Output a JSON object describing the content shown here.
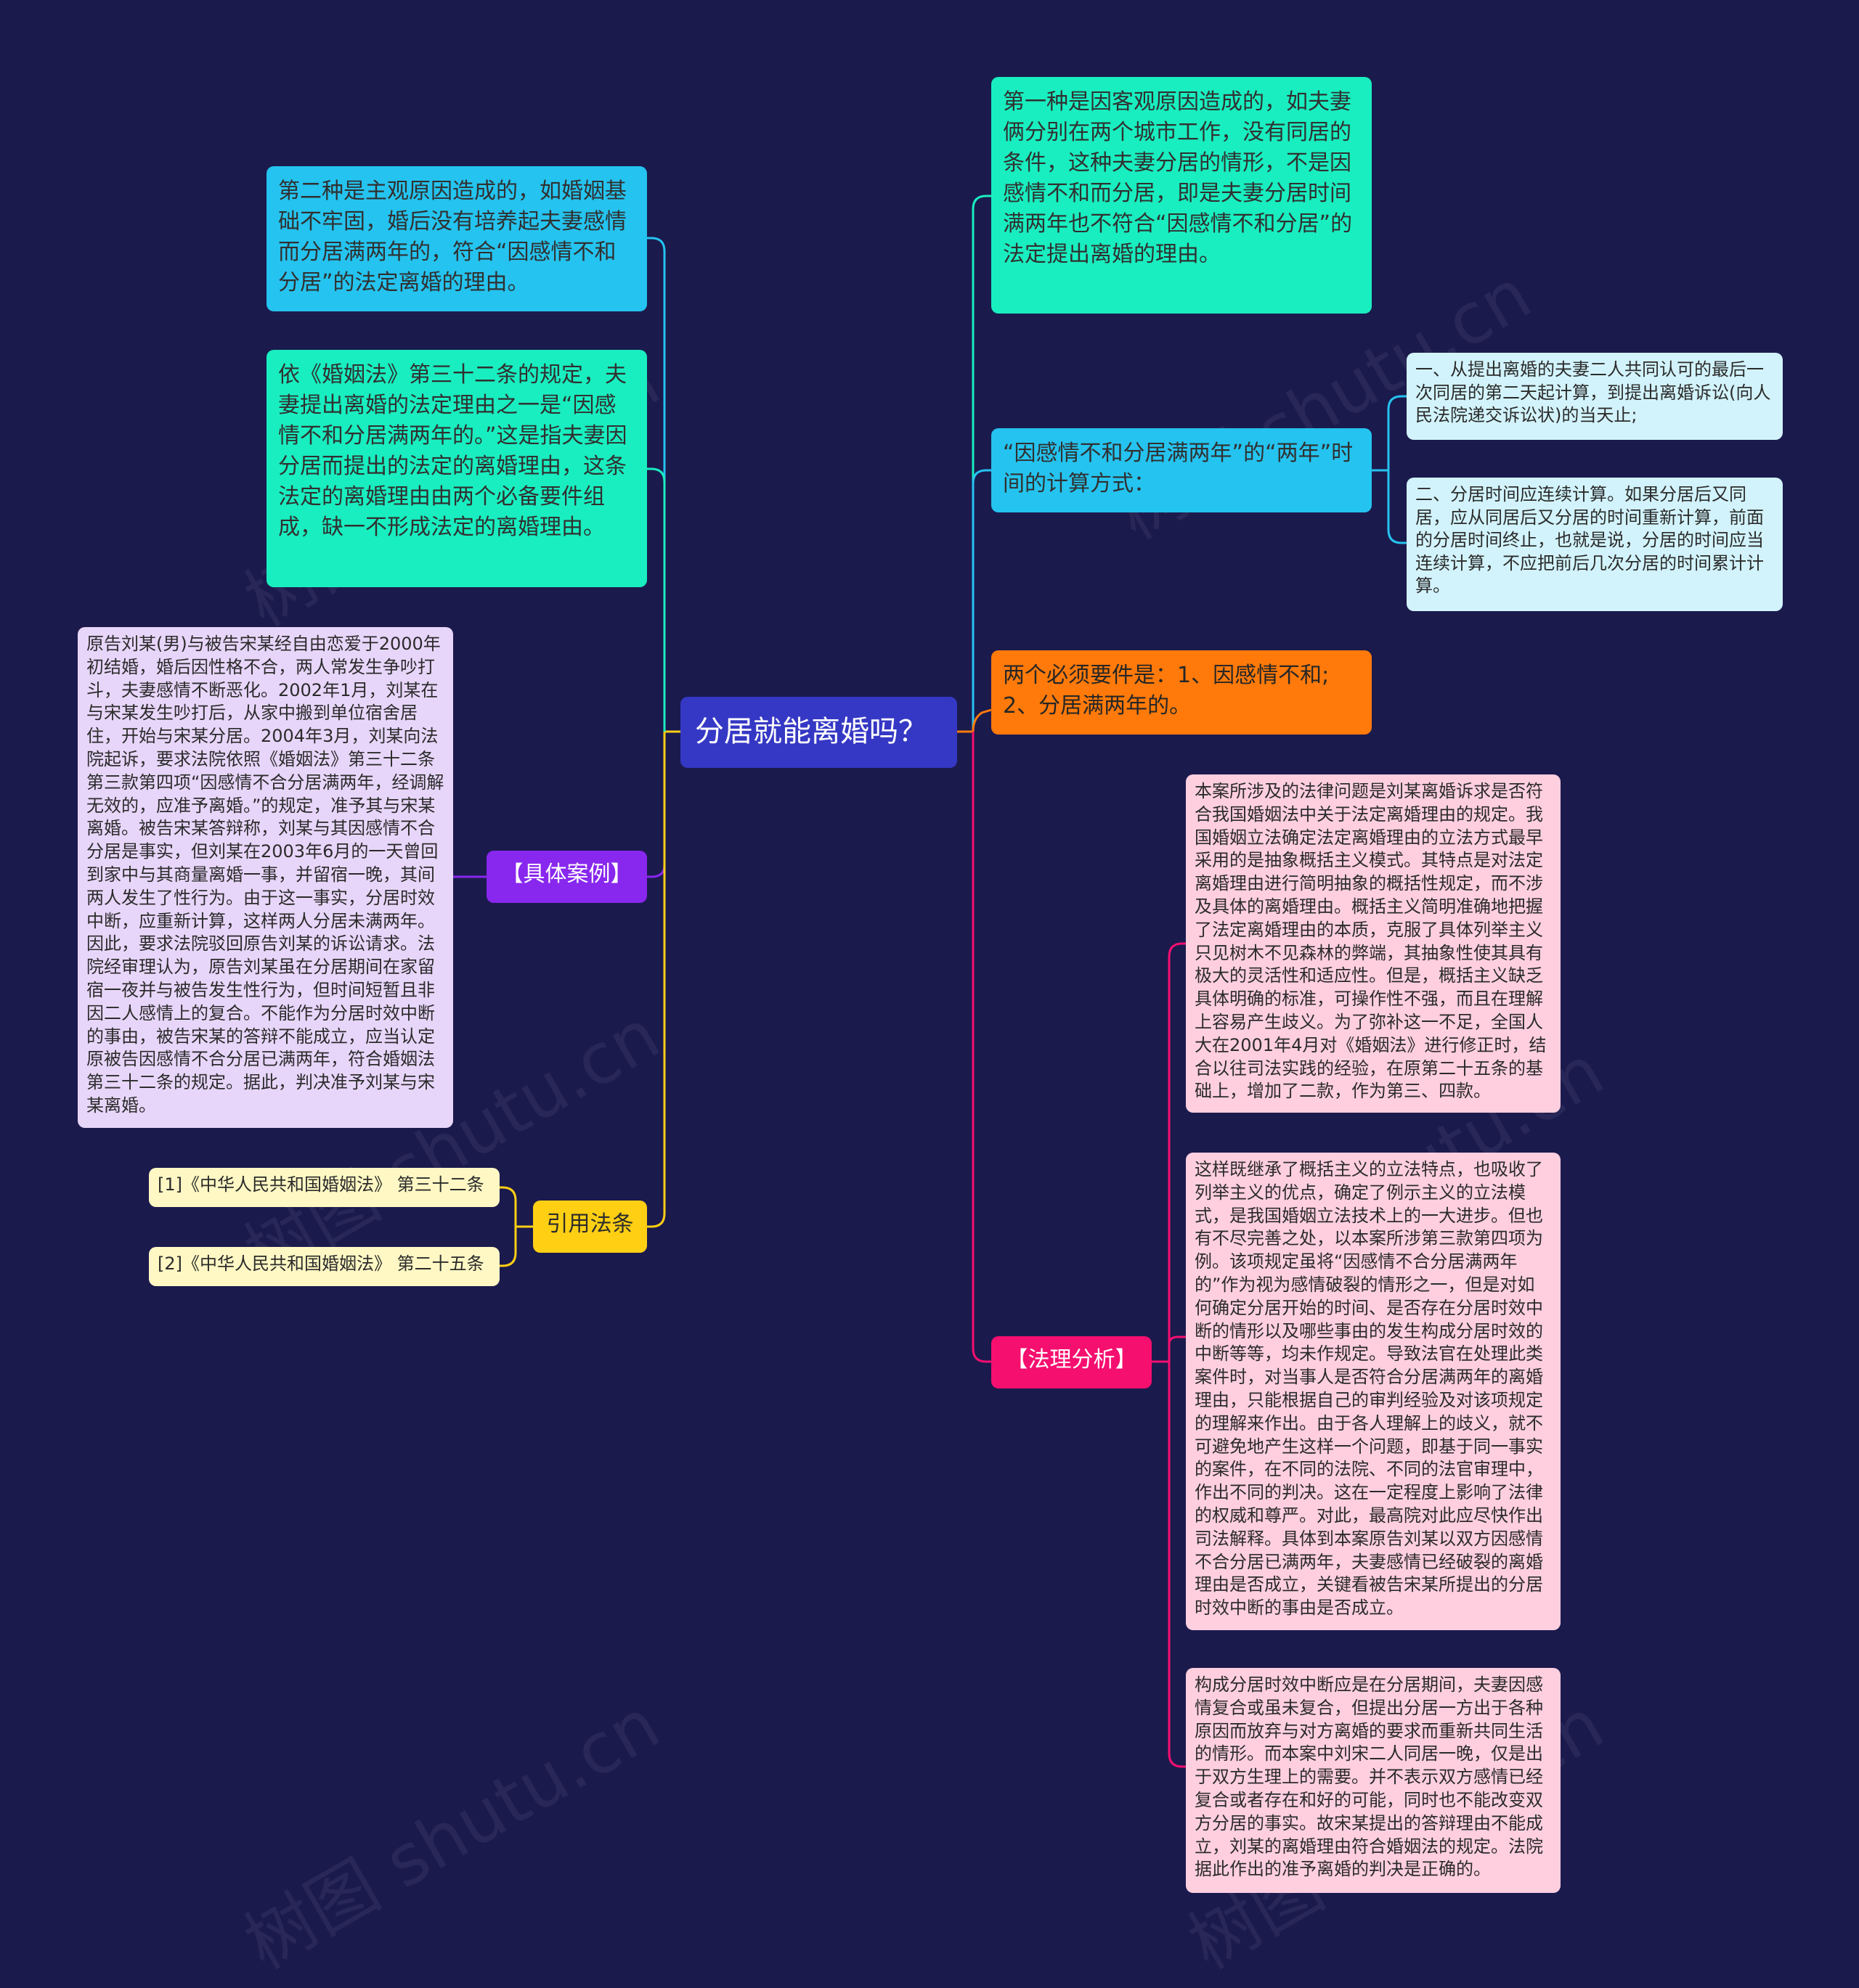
{
  "root": {
    "text": "分居就能离婚吗？"
  },
  "right": {
    "first_kind": "第一种是因客观原因造成的，如夫妻俩分别在两个城市工作，没有同居的条件，这种夫妻分居的情形，不是因感情不和而分居，即是夫妻分居时间满两年也不符合“因感情不和分居”的法定提出离婚的理由。",
    "calc_method": "“因感情不和分居满两年”的“两年”时间的计算方式：",
    "calc_1": "一、从提出离婚的夫妻二人共同认可的最后一次同居的第二天起计算，到提出离婚诉讼(向人民法院递交诉讼状)的当天止;",
    "calc_2": "二、分居时间应连续计算。如果分居后又同居，应从同居后又分居的时间重新计算，前面的分居时间终止，也就是说，分居的时间应当连续计算，不应把前后几次分居的时间累计计算。",
    "requirements": "两个必须要件是：1、因感情不和;2、分居满两年的。",
    "analysis_label": "【法理分析】",
    "analysis_1": "本案所涉及的法律问题是刘某离婚诉求是否符合我国婚姻法中关于法定离婚理由的规定。我国婚姻立法确定法定离婚理由的立法方式最早采用的是抽象概括主义模式。其特点是对法定离婚理由进行简明抽象的概括性规定，而不涉及具体的离婚理由。概括主义简明准确地把握了法定离婚理由的本质，克服了具体列举主义只见树木不见森林的弊端，其抽象性使其具有极大的灵活性和适应性。但是，概括主义缺乏具体明确的标准，可操作性不强，而且在理解上容易产生歧义。为了弥补这一不足，全国人大在2001年4月对《婚姻法》进行修正时，结合以往司法实践的经验，在原第二十五条的基础上，增加了二款，作为第三、四款。",
    "analysis_2": "这样既继承了概括主义的立法特点，也吸收了列举主义的优点，确定了例示主义的立法模式，是我国婚姻立法技术上的一大进步。但也有不尽完善之处，以本案所涉第三款第四项为例。该项规定虽将“因感情不合分居满两年的”作为视为感情破裂的情形之一，但是对如何确定分居开始的时间、是否存在分居时效中断的情形以及哪些事由的发生构成分居时效的中断等等，均未作规定。导致法官在处理此类案件时，对当事人是否符合分居满两年的离婚理由，只能根据自己的审判经验及对该项规定的理解来作出。由于各人理解上的歧义，就不可避免地产生这样一个问题，即基于同一事实的案件，在不同的法院、不同的法官审理中，作出不同的判决。这在一定程度上影响了法律的权威和尊严。对此，最高院对此应尽快作出司法解释。具体到本案原告刘某以双方因感情不合分居已满两年，夫妻感情已经破裂的离婚理由是否成立，关键看被告宋某所提出的分居时效中断的事由是否成立。",
    "analysis_3": "构成分居时效中断应是在分居期间，夫妻因感情复合或虽未复合，但提出分居一方出于各种原因而放弃与对方离婚的要求而重新共同生活的情形。而本案中刘宋二人同居一晚，仅是出于双方生理上的需要。并不表示双方感情已经复合或者存在和好的可能，同时也不能改变双方分居的事实。故宋某提出的答辩理由不能成立，刘某的离婚理由符合婚姻法的规定。法院据此作出的准予离婚的判决是正确的。"
  },
  "left": {
    "second_kind": "第二种是主观原因造成的，如婚姻基础不牢固，婚后没有培养起夫妻感情而分居满两年的，符合“因感情不和分居”的法定离婚的理由。",
    "law_basis": "依《婚姻法》第三十二条的规定，夫妻提出离婚的法定理由之一是“因感情不和分居满两年的。”这是指夫妻因分居而提出的法定的离婚理由，这条法定的离婚理由由两个必备要件组成，缺一不形成法定的离婚理由。",
    "case_label": "【具体案例】",
    "case_text": "原告刘某(男)与被告宋某经自由恋爱于2000年初结婚，婚后因性格不合，两人常发生争吵打斗，夫妻感情不断恶化。2002年1月，刘某在与宋某发生吵打后，从家中搬到单位宿舍居住，开始与宋某分居。2004年3月，刘某向法院起诉，要求法院依照《婚姻法》第三十二条第三款第四项“因感情不合分居满两年，经调解无效的，应准予离婚。”的规定，准予其与宋某离婚。被告宋某答辩称，刘某与其因感情不合分居是事实，但刘某在2003年6月的一天曾回到家中与其商量离婚一事，并留宿一晚，其间两人发生了性行为。由于这一事实，分居时效中断，应重新计算，这样两人分居未满两年。因此，要求法院驳回原告刘某的诉讼请求。法院经审理认为，原告刘某虽在分居期间在家留宿一夜并与被告发生性行为，但时间短暂且非因二人感情上的复合。不能作为分居时效中断的事由，被告宋某的答辩不能成立，应当认定原被告因感情不合分居已满两年，符合婚姻法第三十二条的规定。据此，判决准予刘某与宋某离婚。",
    "cite_label": "引用法条",
    "cite_1": "[1]《中华人民共和国婚姻法》 第三十二条",
    "cite_2": "[2]《中华人民共和国婚姻法》 第二十五条"
  },
  "watermark": "树图 shutu.cn",
  "colors": {
    "background": "#1b1a4d",
    "root": "#3538c4",
    "cyan": "#25c3ef",
    "mint": "#19eec0",
    "orange": "#ff7a0a",
    "purple": "#8827ee",
    "yellow": "#ffcf14",
    "magenta": "#f50f6f",
    "pink_light": "#ffcfe0",
    "lavender": "#e8d6fa",
    "cream": "#fff8c4",
    "light_blue": "#d2f3fb"
  }
}
